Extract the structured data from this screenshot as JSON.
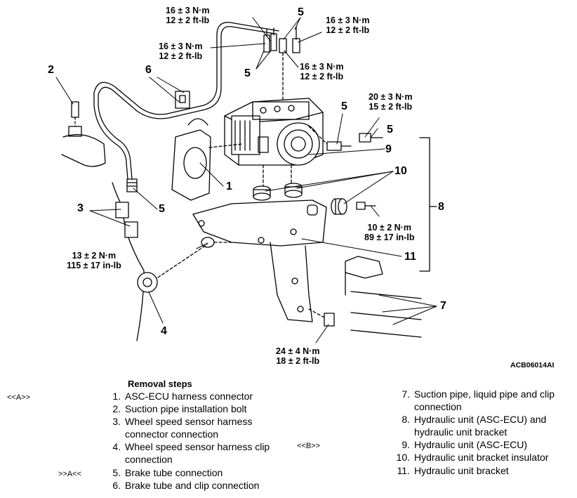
{
  "diagram": {
    "figure_code": "ACB06014AI",
    "callouts": [
      "1",
      "2",
      "3",
      "4",
      "5",
      "5",
      "5",
      "5",
      "5",
      "6",
      "7",
      "8",
      "9",
      "10",
      "11"
    ],
    "torque_labels": [
      {
        "nm": "16 ± 3 N·m",
        "ft": "12 ± 2 ft-lb"
      },
      {
        "nm": "16 ± 3 N·m",
        "ft": "12 ± 2 ft-lb"
      },
      {
        "nm": "16 ± 3 N·m",
        "ft": "12 ± 2 ft-lb"
      },
      {
        "nm": "16 ± 3 N·m",
        "ft": "12 ± 2 ft-lb"
      },
      {
        "nm": "20 ± 3 N·m",
        "ft": "15 ± 2 ft-lb"
      },
      {
        "nm": "10 ± 2 N·m",
        "ft": "89 ± 17 in-lb"
      },
      {
        "nm": "13 ± 2 N·m",
        "ft": "115 ± 17 in-lb"
      },
      {
        "nm": "24 ± 4 N·m",
        "ft": "18 ± 2 ft-lb"
      }
    ]
  },
  "removal": {
    "title": "Removal steps",
    "left_steps": [
      {
        "ref": "<<A>>",
        "num": "1.",
        "text": "ASC-ECU harness connector"
      },
      {
        "ref": "",
        "num": "2.",
        "text": "Suction pipe installation bolt"
      },
      {
        "ref": "",
        "num": "3.",
        "text": "Wheel speed sensor harness"
      },
      {
        "ref": "",
        "num": "",
        "text": "connector connection"
      },
      {
        "ref": "",
        "num": "4.",
        "text": "Wheel speed sensor harness clip"
      },
      {
        "ref": "",
        "num": "",
        "text": "connection"
      },
      {
        "ref": ">>A<<",
        "num": "5.",
        "text": "Brake tube connection"
      },
      {
        "ref": "",
        "num": "6.",
        "text": "Brake tube and clip connection"
      }
    ],
    "right_steps": [
      {
        "ref": "",
        "num": "7.",
        "text": "Suction pipe, liquid pipe and clip"
      },
      {
        "ref": "",
        "num": "",
        "text": "connection"
      },
      {
        "ref": "",
        "num": "8.",
        "text": "Hydraulic unit (ASC-ECU) and"
      },
      {
        "ref": "",
        "num": "",
        "text": "hydraulic unit bracket"
      },
      {
        "ref": "<<B>>",
        "num": "9.",
        "text": "Hydraulic unit (ASC-ECU)"
      },
      {
        "ref": "",
        "num": "10.",
        "text": "Hydraulic unit bracket insulator"
      },
      {
        "ref": "",
        "num": "11.",
        "text": "Hydraulic unit bracket"
      }
    ]
  }
}
